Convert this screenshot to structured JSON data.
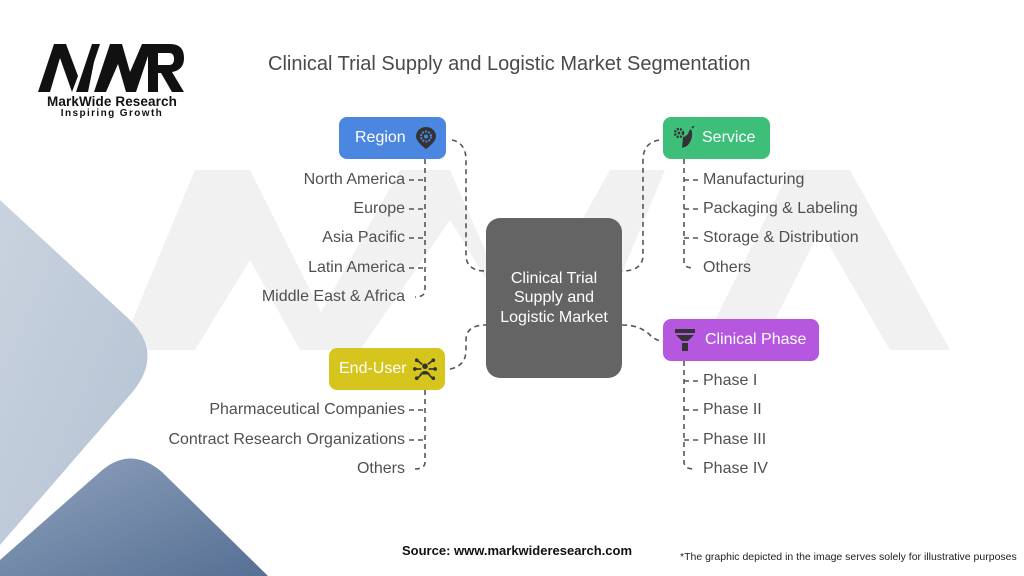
{
  "logo": {
    "mark_text": "MWR",
    "name": "MarkWide Research",
    "tagline": "Inspiring Growth"
  },
  "title": "Clinical Trial Supply and Logistic Market Segmentation",
  "center": {
    "label": "Clinical Trial Supply and Logistic Market"
  },
  "segments": {
    "region": {
      "label": "Region",
      "icon": "location-gear-icon",
      "color": "#4b86e0",
      "items": [
        "North America",
        "Europe",
        "Asia Pacific",
        "Latin America",
        "Middle East & Africa"
      ]
    },
    "service": {
      "label": "Service",
      "icon": "hand-gear-icon",
      "color": "#3dbf7a",
      "items": [
        "Manufacturing",
        "Packaging & Labeling",
        "Storage & Distribution",
        "Others"
      ]
    },
    "end_user": {
      "label": "End-User",
      "icon": "network-people-icon",
      "color": "#d6c51c",
      "items": [
        "Pharmaceutical Companies",
        "Contract Research Organizations",
        "Others"
      ]
    },
    "clinical_phase": {
      "label": "Clinical Phase",
      "icon": "funnel-icon",
      "color": "#b557df",
      "items": [
        "Phase I",
        "Phase II",
        "Phase III",
        "Phase IV"
      ]
    }
  },
  "footer": {
    "source": "Source: www.markwideresearch.com",
    "disclaimer": "*The graphic depicted in the image serves solely for illustrative purposes"
  }
}
